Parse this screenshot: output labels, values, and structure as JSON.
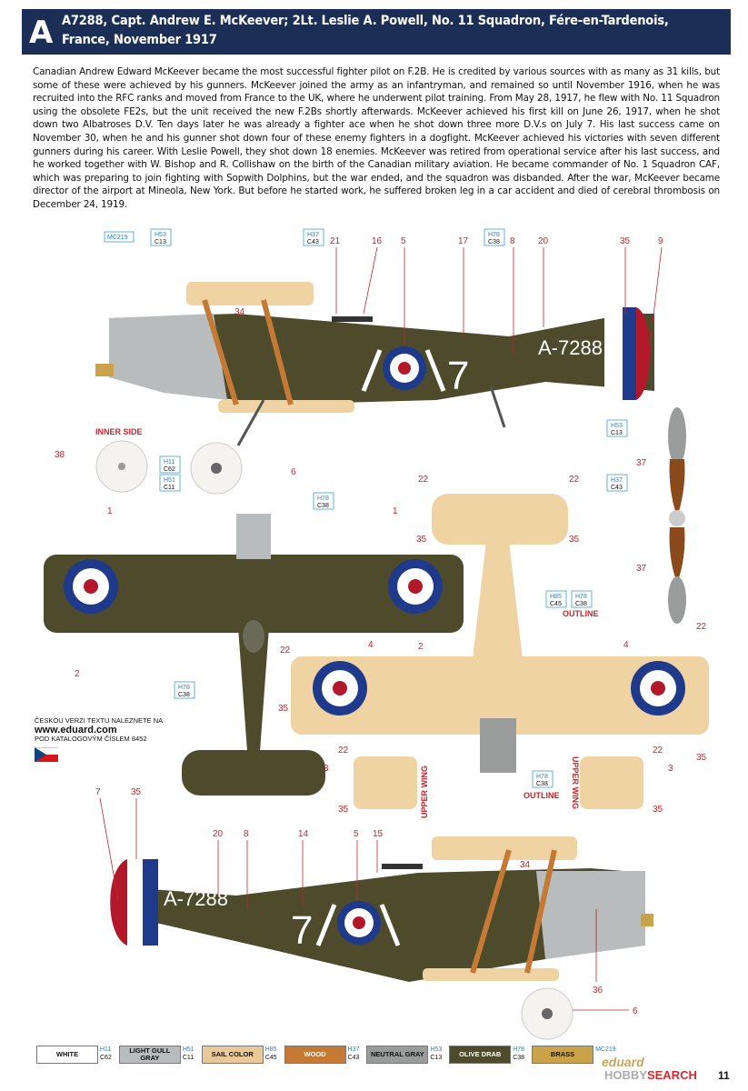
{
  "header": {
    "letter": "A",
    "title_line1": "A7288, Capt. Andrew E. McKeever; 2Lt. Leslie A. Powell, No. 11 Squadron, Fére-en-Tardenois,",
    "title_line2": "France, November 1917"
  },
  "bio": "Canadian Andrew Edward McKeever became the most successful fighter pilot on F.2B. He is credited by various sources with as many as 31 kills, but some of these were achieved by his gunners. McKeever joined the army as an infantryman, and remained so until November 1916, when he was recruited into the RFC ranks and moved from France to the UK, where he underwent pilot training. From May 28, 1917, he flew with No. 11 Squadron using the obsolete FE2s, but the unit received the new F.2Bs shortly afterwards. McKeever achieved his first kill on June 26, 1917, when he shot down two Albatroses D.V. Ten days later he was already a fighter ace when he shot down three more D.V.s on July 7. His last success came on November 30, when he and his gunner shot down four of these enemy fighters in a dogfight. McKeever achieved his victories with seven different gunners during his career. With Leslie Powell, they shot down 18 enemies. McKeever was retired from operational service after his last success, and he worked together with W. Bishop and R. Collishaw on the birth of the Canadian military aviation. He became commander of No. 1 Squadron CAF, which was preparing to join fighting with Sopwith Dolphins, but the war ended, and the squadron was disbanded. After the war, McKeever became director of the airport at Mineola, New York. But before he started work, he suffered broken leg in a car accident and died of cerebral thrombosis on December 24, 1919.",
  "aircraft": {
    "serial": "A-7288",
    "fuselage_code": "7"
  },
  "annotations": {
    "inner_side": "INNER SIDE",
    "outline": "OUTLINE",
    "upper_wing": "UPPER WING"
  },
  "callouts_side_top": [
    "21",
    "16",
    "5",
    "17",
    "8",
    "20",
    "35",
    "9",
    "34"
  ],
  "callouts_misc": {
    "n38": "38",
    "n6": "6",
    "n37a": "37",
    "n37b": "37",
    "n1a": "1",
    "n1b": "1",
    "n2a": "2",
    "n2b": "2",
    "n22a": "22",
    "n22b": "22",
    "n22c": "22",
    "n22d": "22",
    "n22e": "22",
    "n22f": "22",
    "n35a": "35",
    "n35b": "35",
    "n35c": "35",
    "n35d": "35",
    "n35e": "35",
    "n35f": "35",
    "n4a": "4",
    "n4b": "4",
    "n3a": "3",
    "n3b": "3"
  },
  "callouts_side_bottom": [
    "7",
    "35",
    "20",
    "8",
    "14",
    "5",
    "15",
    "34",
    "36",
    "6"
  ],
  "codes": {
    "mc219": "MC219",
    "h53": "H53",
    "c13": "C13",
    "h37": "H37",
    "c43": "C43",
    "h78": "H78",
    "c38": "C38",
    "h11": "H11",
    "c62": "C62",
    "h51": "H51",
    "c11": "C11",
    "h85": "H85",
    "c45": "C45"
  },
  "czech": {
    "line1": "ČESKOU VERZI TEXTU NALEZNETE NA",
    "url": "www.eduard.com",
    "line3": "POD KATALOGOVÝM ČÍSLEM 8452"
  },
  "legend": [
    {
      "name": "WHITE",
      "h": "H11",
      "c": "C62",
      "color": "#ffffff",
      "text": "#111"
    },
    {
      "name": "LIGHT GULL GRAY",
      "h": "H51",
      "c": "C11",
      "color": "#b9bcbd",
      "text": "#111"
    },
    {
      "name": "SAIL COLOR",
      "h": "H85",
      "c": "C45",
      "color": "#e9c99a",
      "text": "#111"
    },
    {
      "name": "WOOD",
      "h": "H37",
      "c": "C43",
      "color": "#c47a35",
      "text": "#fff"
    },
    {
      "name": "NEUTRAL GRAY",
      "h": "H53",
      "c": "C13",
      "color": "#9a9c9c",
      "text": "#111"
    },
    {
      "name": "OLIVE DRAB",
      "h": "H78",
      "c": "C38",
      "color": "#4d4b2b",
      "text": "#fff"
    },
    {
      "name": "BRASS",
      "h": "",
      "c": "MC219",
      "color": "#c9a24a",
      "text": "#111"
    }
  ],
  "footer": {
    "brand": "eduard",
    "hobby": "HOBBY",
    "search": "SEARCH",
    "page": "11"
  },
  "colors": {
    "olive": "#4d4b2b",
    "sail": "#f0d3a3",
    "gray": "#b9bcbd",
    "roundel_blue": "#1f3a8a",
    "roundel_red": "#b2172a",
    "header": "#1b2f56"
  }
}
